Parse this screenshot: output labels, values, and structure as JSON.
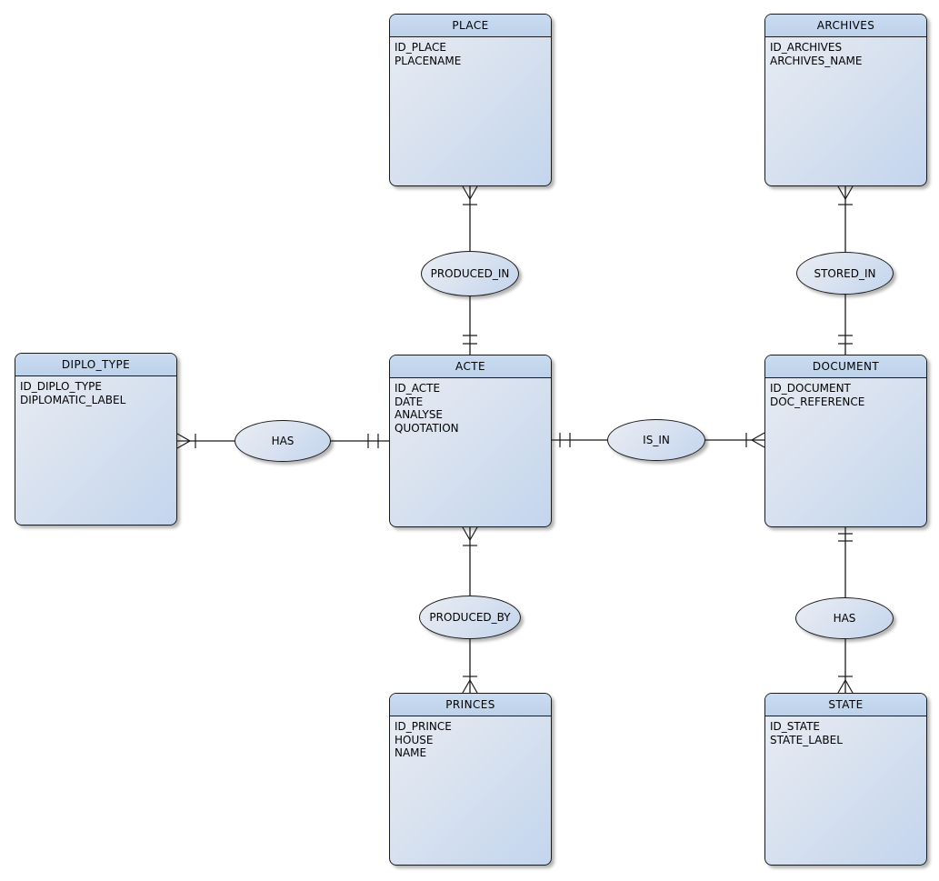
{
  "diagram_type": "entity-relationship",
  "colors": {
    "entity_header": "#bdd1ea",
    "entity_fill_light": "#e9edf4",
    "entity_fill_dark": "#c3d5ee",
    "stroke": "#1a1a1a",
    "text": "#000000",
    "canvas_bg": "#ffffff"
  },
  "entities": [
    {
      "name": "PLACE",
      "attributes": [
        "ID_PLACE",
        "PLACENAME"
      ]
    },
    {
      "name": "ARCHIVES",
      "attributes": [
        "ID_ARCHIVES",
        "ARCHIVES_NAME"
      ]
    },
    {
      "name": "DIPLO_TYPE",
      "attributes": [
        "ID_DIPLO_TYPE",
        "DIPLOMATIC_LABEL"
      ]
    },
    {
      "name": "ACTE",
      "attributes": [
        "ID_ACTE",
        "DATE",
        "ANALYSE",
        "QUOTATION"
      ]
    },
    {
      "name": "DOCUMENT",
      "attributes": [
        "ID_DOCUMENT",
        "DOC_REFERENCE"
      ]
    },
    {
      "name": "PRINCES",
      "attributes": [
        "ID_PRINCE",
        "HOUSE",
        "NAME"
      ]
    },
    {
      "name": "STATE",
      "attributes": [
        "ID_STATE",
        "STATE_LABEL"
      ]
    }
  ],
  "relationships": [
    {
      "label": "PRODUCED_IN",
      "ends": [
        {
          "entity": "PLACE",
          "cardinality": "one-or-many",
          "symbol": "crows-foot-bar"
        },
        {
          "entity": "ACTE",
          "cardinality": "exactly-one",
          "symbol": "double-bar"
        }
      ]
    },
    {
      "label": "STORED_IN",
      "ends": [
        {
          "entity": "ARCHIVES",
          "cardinality": "one-or-many",
          "symbol": "crows-foot-bar"
        },
        {
          "entity": "DOCUMENT",
          "cardinality": "exactly-one",
          "symbol": "double-bar"
        }
      ]
    },
    {
      "label": "HAS",
      "ends": [
        {
          "entity": "DIPLO_TYPE",
          "cardinality": "one-or-many",
          "symbol": "crows-foot-bar"
        },
        {
          "entity": "ACTE",
          "cardinality": "exactly-one",
          "symbol": "double-bar"
        }
      ]
    },
    {
      "label": "IS_IN",
      "ends": [
        {
          "entity": "ACTE",
          "cardinality": "exactly-one",
          "symbol": "double-bar"
        },
        {
          "entity": "DOCUMENT",
          "cardinality": "one-or-many",
          "symbol": "crows-foot-bar"
        }
      ]
    },
    {
      "label": "PRODUCED_BY",
      "ends": [
        {
          "entity": "ACTE",
          "cardinality": "one-or-many",
          "symbol": "crows-foot-bar"
        },
        {
          "entity": "PRINCES",
          "cardinality": "one-or-many",
          "symbol": "crows-foot-bar"
        }
      ]
    },
    {
      "label": "HAS",
      "ends": [
        {
          "entity": "DOCUMENT",
          "cardinality": "exactly-one",
          "symbol": "double-bar"
        },
        {
          "entity": "STATE",
          "cardinality": "one-or-many",
          "symbol": "crows-foot-bar"
        }
      ]
    }
  ]
}
